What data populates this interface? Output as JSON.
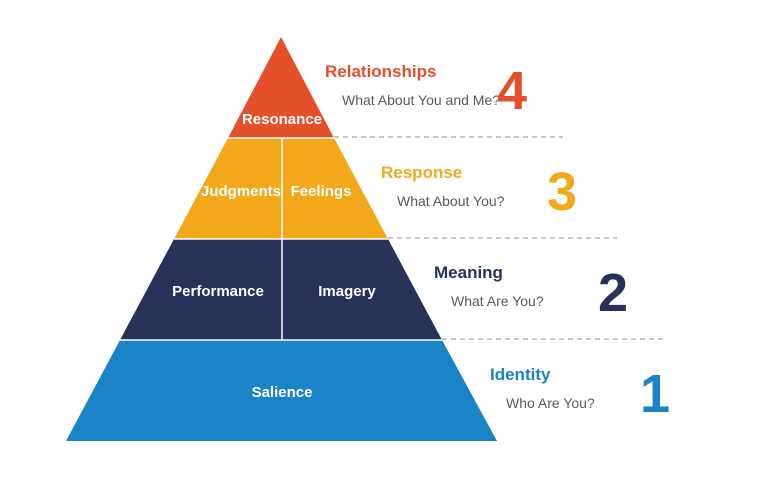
{
  "pyramid": {
    "levels": [
      {
        "number": "4",
        "title": "Relationships",
        "question": "What About You and Me?",
        "color": "#e4502a",
        "blocks": [
          "Resonance"
        ]
      },
      {
        "number": "3",
        "title": "Response",
        "question": "What About You?",
        "color": "#f2a81a",
        "blocks": [
          "Judgments",
          "Feelings"
        ]
      },
      {
        "number": "2",
        "title": "Meaning",
        "question": "What Are You?",
        "color": "#283259",
        "blocks": [
          "Performance",
          "Imagery"
        ]
      },
      {
        "number": "1",
        "title": "Identity",
        "question": "Who Are You?",
        "color": "#1b84c7",
        "blocks": [
          "Salience"
        ]
      }
    ]
  }
}
